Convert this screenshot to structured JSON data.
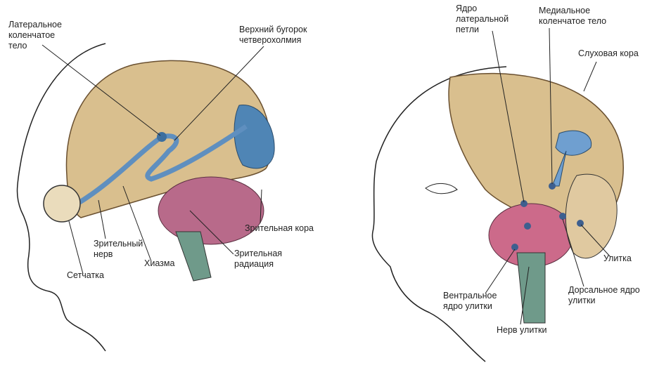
{
  "visual_system": {
    "labels": {
      "lateral_geniculate": "Латеральное\nколенчатое\nтело",
      "superior_colliculus": "Верхний бугорок\nчетверохолмия",
      "visual_cortex": "Зрительная кора",
      "optic_nerve": "Зрительный\nнерв",
      "chiasm": "Хиазма",
      "retina": "Сетчатка",
      "optic_radiation": "Зрительная\nрадиация"
    }
  },
  "auditory_system": {
    "labels": {
      "lateral_lemniscus_nucleus": "Ядро\nлатеральной\nпетли",
      "medial_geniculate": "Медиальное\nколенчатое тело",
      "auditory_cortex": "Слуховая кора",
      "cochlea": "Улитка",
      "ventral_cochlear_nucleus": "Вентральное\nядро улитки",
      "dorsal_cochlear_nucleus": "Дорсальное ядро\nулитки",
      "cochlear_nerve": "Нерв улитки"
    }
  },
  "colors": {
    "brain": "#d9bf8e",
    "pathway": "#5f8fbf",
    "cerebellum": "#b86a8a",
    "stem": "#6f9a8a"
  }
}
